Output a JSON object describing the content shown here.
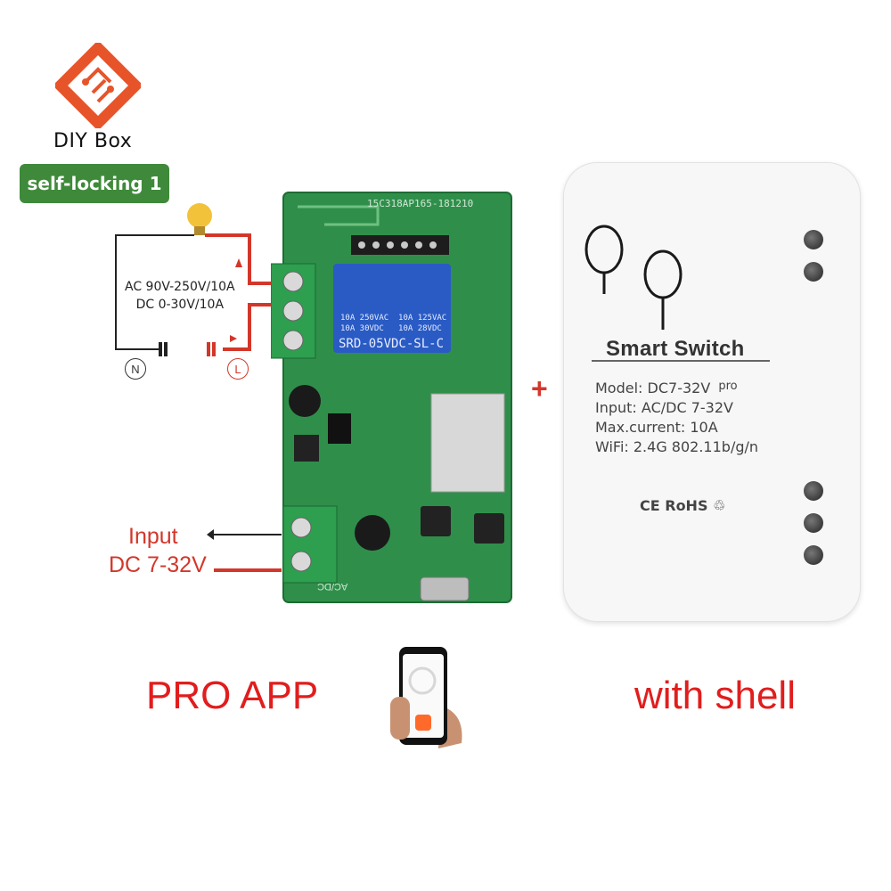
{
  "brand": {
    "name": "DIY Box",
    "badge": "self-locking 1"
  },
  "wiring": {
    "spec_line1": "AC 90V-250V/10A",
    "spec_line2": "DC 0-30V/10A",
    "neutral": "N",
    "live": "L",
    "input_label": "Input",
    "input_voltage": "DC 7-32V"
  },
  "relay": {
    "pcb_code": "15C318AP165-181210",
    "line1": "10A 250VAC  10A 125VAC",
    "line2": "10A 30VDC   10A 28VDC",
    "model": "SRD-05VDC-SL-C",
    "acdc": "AC/DC"
  },
  "plus": "+",
  "case": {
    "title": "Smart Switch",
    "model": "Model:  DC7-32V",
    "model_suffix": "pro",
    "input": "Input:  AC/DC 7-32V",
    "current": "Max.current:  10A",
    "wifi": "WiFi:  2.4G 802.11b/g/n",
    "cert": "CE RoHS ♲"
  },
  "captions": {
    "pro_app": "PRO APP",
    "shell": "with shell"
  },
  "colors": {
    "accent_red": "#e11d1d",
    "logo_orange": "#e8542a",
    "badge_green": "#3f8a3a",
    "pcb_green": "#2f8f4a"
  }
}
